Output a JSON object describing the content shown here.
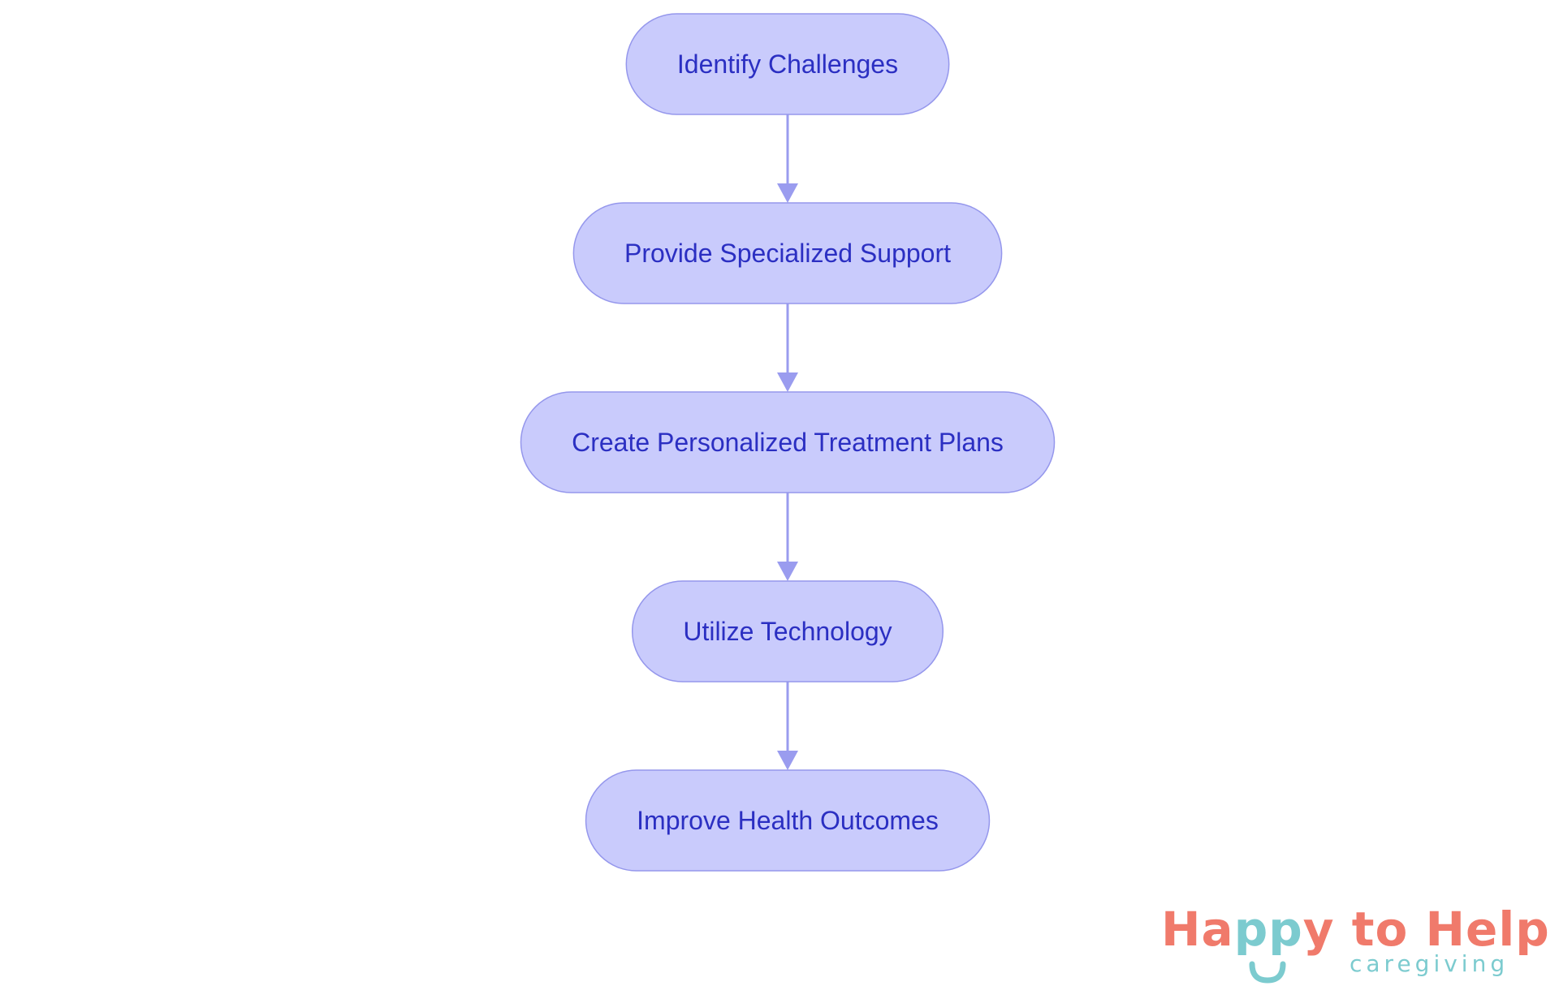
{
  "diagram": {
    "nodes": [
      {
        "id": "n1",
        "label": "Identify Challenges"
      },
      {
        "id": "n2",
        "label": "Provide Specialized Support"
      },
      {
        "id": "n3",
        "label": "Create Personalized Treatment Plans"
      },
      {
        "id": "n4",
        "label": "Utilize Technology"
      },
      {
        "id": "n5",
        "label": "Improve Health Outcomes"
      }
    ],
    "edges": [
      {
        "from": "n1",
        "to": "n2"
      },
      {
        "from": "n2",
        "to": "n3"
      },
      {
        "from": "n3",
        "to": "n4"
      },
      {
        "from": "n4",
        "to": "n5"
      }
    ],
    "colors": {
      "node_fill": "#c9cbfc",
      "node_border": "#9597ec",
      "node_text": "#2b2fc2",
      "edge": "#9a9cef"
    }
  },
  "logo": {
    "word_a": "Ha",
    "word_b": "pp",
    "word_c": "y to Help",
    "subtitle": "caregiving",
    "colors": {
      "coral": "#f07a6b",
      "teal": "#7ccbcf"
    }
  }
}
